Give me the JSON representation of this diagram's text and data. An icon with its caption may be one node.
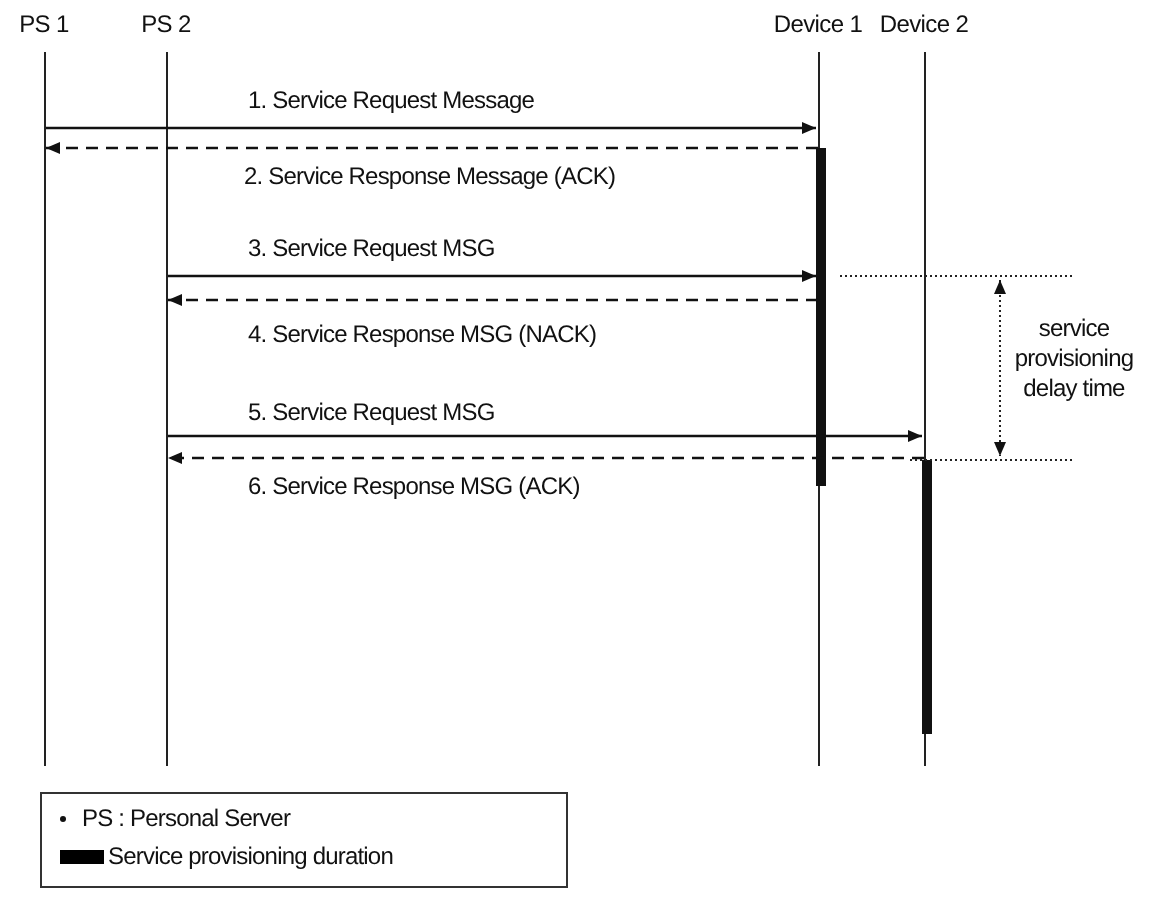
{
  "diagram": {
    "nodes": [
      {
        "text": [
          "PS 1"
        ]
      },
      {
        "text": [
          "PS 2"
        ]
      },
      {
        "text": [
          "Device 1"
        ]
      },
      {
        "text": [
          "Device 2"
        ]
      }
    ],
    "edges": [
      {
        "from": 0,
        "to": 2,
        "arrow": "to",
        "label": "1. Service Request Message"
      },
      {
        "from": 2,
        "to": 0,
        "arrow": "to",
        "label": "2. Service Response Message (ACK)",
        "style": "dashed"
      },
      {
        "from": 1,
        "to": 2,
        "arrow": "to",
        "label": "3. Service Request MSG"
      },
      {
        "from": 2,
        "to": 1,
        "arrow": "to",
        "label": "4. Service Response MSG (NACK)",
        "style": "dashed"
      },
      {
        "from": 1,
        "to": 3,
        "arrow": "to",
        "label": "5. Service Request MSG"
      },
      {
        "from": 3,
        "to": 1,
        "arrow": "to",
        "label": "6. Service Response MSG (ACK)",
        "style": "dashed"
      }
    ],
    "labels": [
      "service provisioning delay time"
    ],
    "legend": [
      {
        "text": "PS : Personal Server"
      },
      {
        "text": "Service provisioning duration",
        "color": "#000000"
      }
    ]
  }
}
